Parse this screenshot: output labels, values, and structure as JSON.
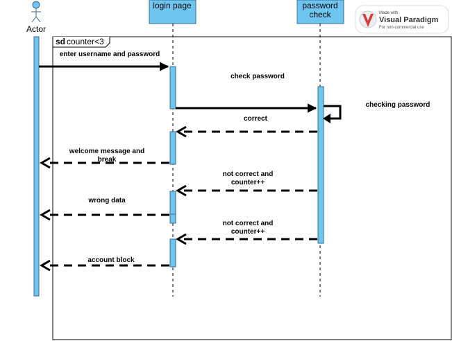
{
  "actor": {
    "name": "Actor"
  },
  "lifelines": {
    "login": {
      "name": "login page"
    },
    "password": {
      "name_line1": "password",
      "name_line2": "check"
    }
  },
  "fragment": {
    "keyword": "sd",
    "guard": "counter<3"
  },
  "messages": [
    {
      "lines": [
        "enter username and password"
      ],
      "type": "sync"
    },
    {
      "lines": [
        "check password"
      ],
      "type": "label"
    },
    {
      "lines": [
        "checking password"
      ],
      "type": "self"
    },
    {
      "lines": [
        "correct"
      ],
      "type": "return"
    },
    {
      "lines": [
        "welcome message and",
        "break"
      ],
      "type": "return"
    },
    {
      "lines": [
        "not correct and",
        "counter++"
      ],
      "type": "return"
    },
    {
      "lines": [
        "wrong data"
      ],
      "type": "return"
    },
    {
      "lines": [
        "not correct and",
        "counter++"
      ],
      "type": "return"
    },
    {
      "lines": [
        "account block"
      ],
      "type": "return"
    }
  ],
  "badge": {
    "small": "Made with",
    "brand": "Visual Paradigm",
    "note": "For non-commercial use"
  },
  "colors": {
    "lifeline_fill": "#6ec6f0",
    "lifeline_stroke": "#3a6d8c",
    "line": "#000000"
  }
}
